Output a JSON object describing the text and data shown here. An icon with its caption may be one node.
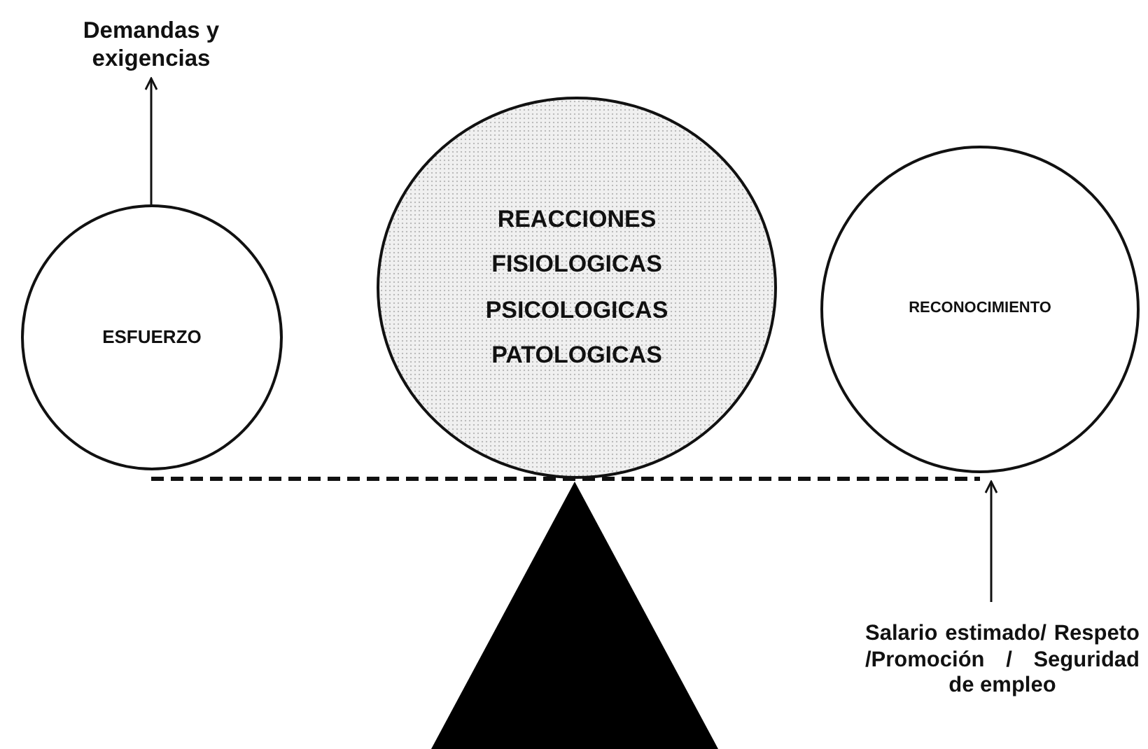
{
  "diagram": {
    "nodes": [
      {
        "text": [
          "Demandas y exigencias"
        ]
      },
      {
        "text": [
          "ESFUERZO"
        ]
      },
      {
        "text": [
          "REACCIONES",
          "FISIOLOGICAS",
          "PSICOLOGICAS",
          "PATOLOGICAS"
        ]
      },
      {
        "text": [
          "RECONOCIMIENTO"
        ]
      },
      {
        "text": [
          "Salario estimado/ Respeto /Promoción / Seguridad de empleo"
        ]
      },
      {
        "text": [],
        "shape": "bar"
      },
      {
        "text": [],
        "shape": "triangle"
      }
    ],
    "edges": [
      {
        "from": 1,
        "to": 0,
        "arrow": "to"
      },
      {
        "from": 4,
        "to": 5,
        "arrow": "to"
      }
    ]
  }
}
